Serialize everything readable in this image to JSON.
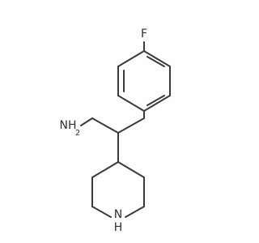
{
  "molecule": {
    "atoms": {
      "fluorine": "F",
      "amine": "NH",
      "amine_h2": "2",
      "piperidine_n": "N",
      "piperidine_nh": "H"
    }
  }
}
